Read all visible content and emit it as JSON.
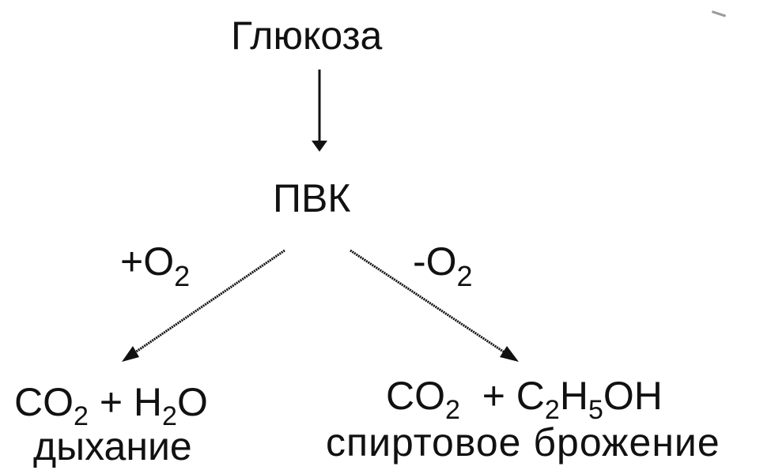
{
  "nodes": {
    "glucose": "Глюкоза",
    "pvk": "ПВК",
    "respiration_product": {
      "a": "CO",
      "a_sub": "2",
      "plus": " + ",
      "b": "H",
      "b_sub": "2",
      "b_tail": "O"
    },
    "respiration_label": "дыхание",
    "fermentation_product": {
      "a": "CO",
      "a_sub": "2",
      "plus": "  + ",
      "b": "C",
      "b_sub": "2",
      "c": "H",
      "c_sub": "5",
      "tail": "OH"
    },
    "fermentation_label": "спиртовое брожение"
  },
  "conditions": {
    "aerobic": {
      "sign": "+O",
      "sub": "2"
    },
    "anaerobic": {
      "sign": "-O",
      "sub": "2"
    }
  },
  "colors": {
    "ink": "#111111",
    "background": "#ffffff"
  }
}
